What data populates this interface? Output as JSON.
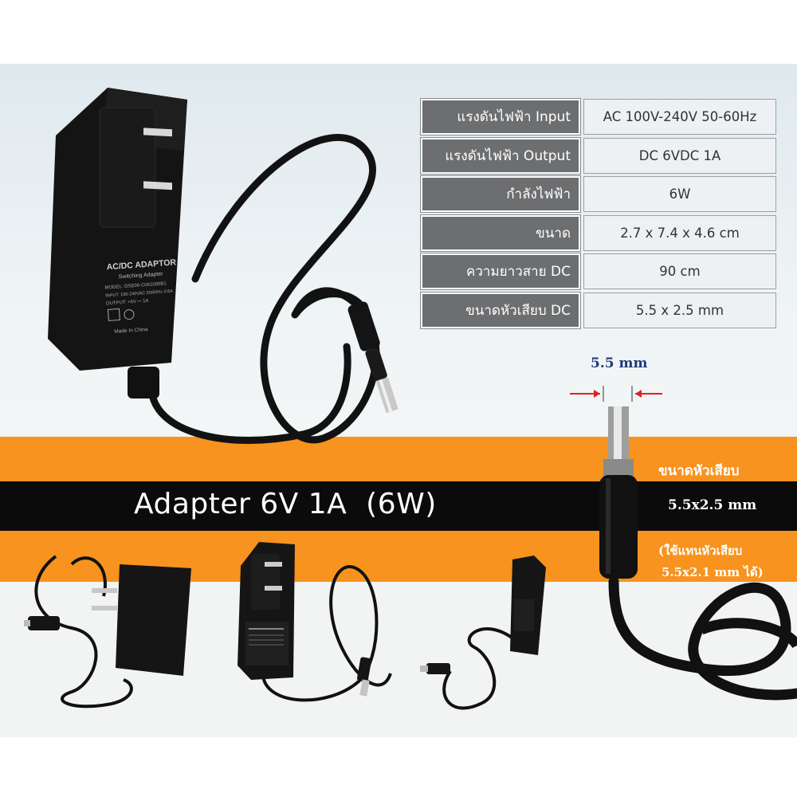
{
  "title": "Adapter 6V 1A  (6W)",
  "specs": [
    {
      "label": "แรงดันไฟฟ้า Input",
      "value": "AC 100V-240V 50-60Hz"
    },
    {
      "label": "แรงดันไฟฟ้า Output",
      "value": "DC 6VDC 1A"
    },
    {
      "label": "กำลังไฟฟ้า",
      "value": "6W"
    },
    {
      "label": "ขนาด",
      "value": "2.7 x 7.4 x 4.6 cm"
    },
    {
      "label": "ความยาวสาย DC",
      "value": "90 cm"
    },
    {
      "label": "ขนาดหัวเสียบ DC",
      "value": "5.5 x 2.5 mm"
    }
  ],
  "plug": {
    "dimension": "5.5 mm",
    "heading": "ขนาดหัวเสียบ",
    "size": "5.5x2.5 mm",
    "note_line1": "(ใช้แทนหัวเสียบ",
    "note_line2": "5.5x2.1 mm ได้)"
  },
  "label_adaptor": {
    "line1": "AC/DC ADAPTOR",
    "line2": "Switching Adapter",
    "line3": "MODEL: DSE06-C061000B1",
    "line4": "INPUT: 100-240VAC 50/60Hz 0.6A",
    "line5": "OUTPUT: +6V ⎓ 1A",
    "line6": "Made In China"
  },
  "colors": {
    "orange": "#f7931e",
    "black_band": "#0b0b0b",
    "spec_label_bg": "#6d6e70",
    "spec_value_bg": "#edf1f3",
    "dimension_text": "#1f3b7a",
    "arrow_red": "#e02020"
  }
}
